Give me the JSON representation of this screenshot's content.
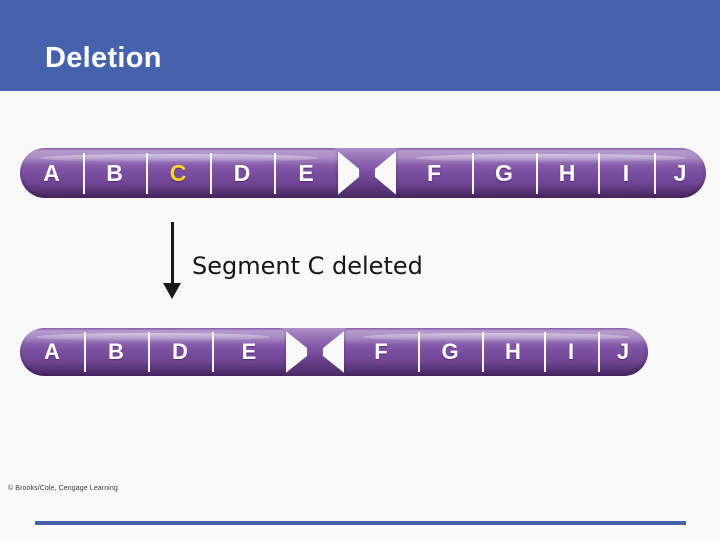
{
  "slide": {
    "title": "Deletion",
    "header_color": "#4762ad",
    "background_color": "#f9f9fa",
    "accent_color": "#4762ad"
  },
  "figure": {
    "caption": "Segment C deleted",
    "arrow": "down-arrow",
    "credit": "© Brooks/Cole, Cengage Learning",
    "chromosome_color": "#7c4fa2",
    "highlight_color": "#ffd81f",
    "top_chromosome": {
      "name": "original-chromosome",
      "left_arm": [
        "A",
        "B",
        "C",
        "D",
        "E"
      ],
      "right_arm": [
        "F",
        "G",
        "H",
        "I",
        "J"
      ],
      "highlighted_segment": "C"
    },
    "bottom_chromosome": {
      "name": "deleted-chromosome",
      "left_arm": [
        "A",
        "B",
        "D",
        "E"
      ],
      "right_arm": [
        "F",
        "G",
        "H",
        "I",
        "J"
      ],
      "highlighted_segment": ""
    }
  }
}
